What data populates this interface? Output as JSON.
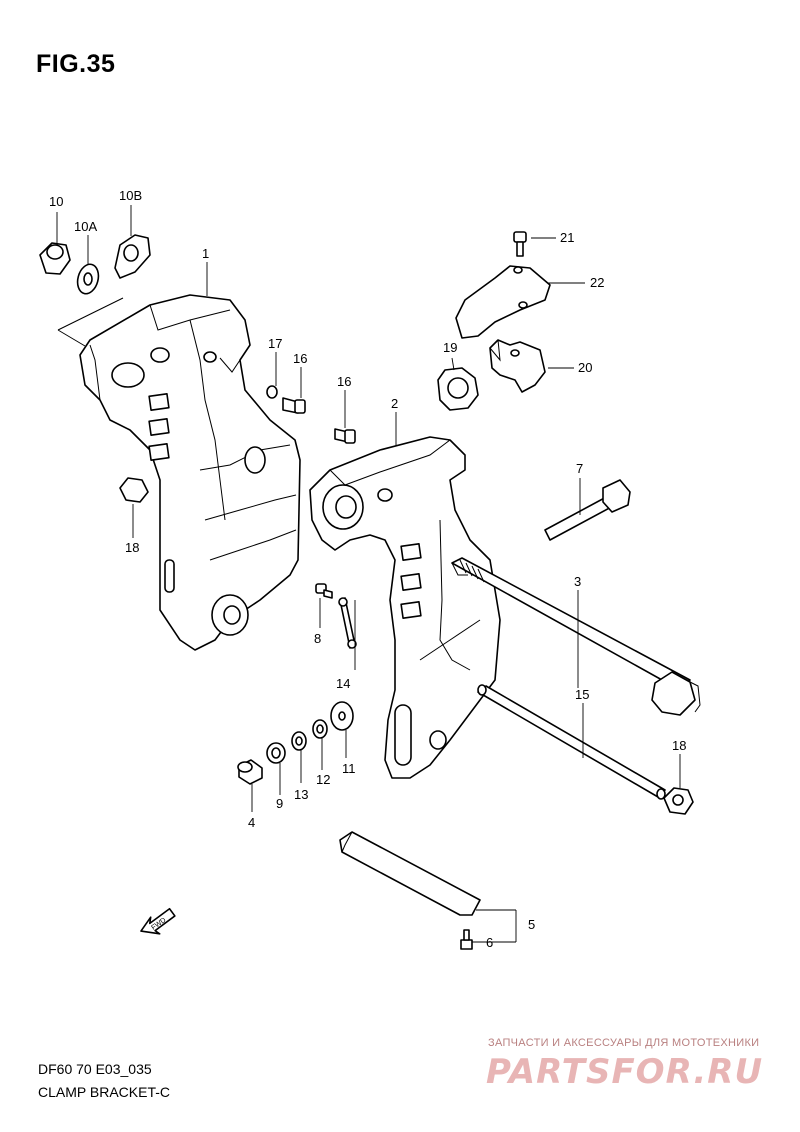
{
  "figure": {
    "title": "FIG.35"
  },
  "callouts": {
    "p1": "1",
    "p2": "2",
    "p3": "3",
    "p4": "4",
    "p5": "5",
    "p6": "6",
    "p7": "7",
    "p8": "8",
    "p9": "9",
    "p10": "10",
    "p10A": "10A",
    "p10B": "10B",
    "p11": "11",
    "p12": "12",
    "p13": "13",
    "p14": "14",
    "p15": "15",
    "p16a": "16",
    "p16b": "16",
    "p17": "17",
    "p18a": "18",
    "p18b": "18",
    "p19": "19",
    "p20": "20",
    "p21": "21",
    "p22": "22"
  },
  "direction_arrow": {
    "label": "FWD",
    "icon": "fwd-arrow-icon"
  },
  "footer": {
    "model": "DF60 70 E03_035",
    "name": "CLAMP BRACKET-C"
  },
  "watermark": {
    "tagline": "ЗАПЧАСТИ И АКСЕССУАРЫ ДЛЯ МОТОТЕХНИКИ",
    "logo": "PARTSFOR.RU"
  }
}
